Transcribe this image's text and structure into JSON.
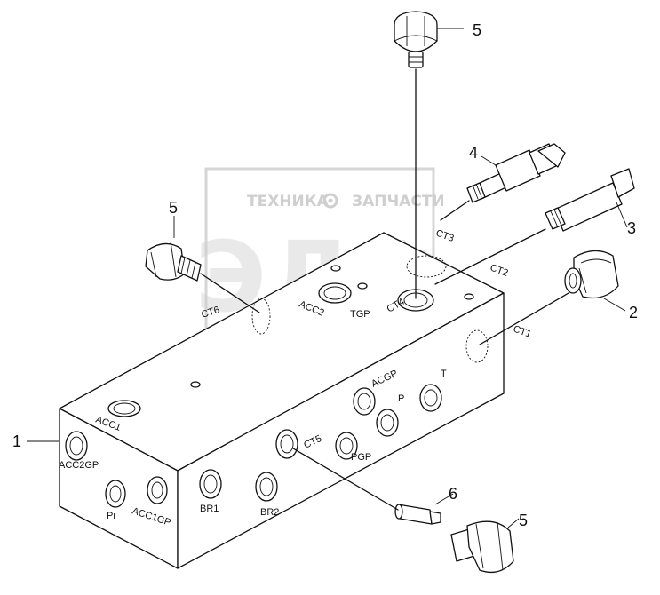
{
  "watermark": {
    "line1_left": "ТЕХНИКА",
    "line1_right": "ЗАПЧАСТИ",
    "brand": "ЭЛФ"
  },
  "callouts": {
    "c1": "1",
    "c2": "2",
    "c3": "3",
    "c4": "4",
    "c5_top": "5",
    "c5_left": "5",
    "c5_bottom": "5",
    "c6": "6"
  },
  "ports": {
    "acc1": "ACC1",
    "acc2gp": "ACC2GP",
    "pi": "Pi",
    "acc1gp": "ACC1GP",
    "br1": "BR1",
    "br2": "BR2",
    "ct5": "CT5",
    "pgp": "PGP",
    "p": "P",
    "t": "T",
    "acgp": "ACGP",
    "acc2": "ACC2",
    "tgp": "TGP",
    "ct4": "CT4",
    "ct6": "CT6",
    "ct3": "CT3",
    "ct2": "CT2",
    "ct1": "CT1"
  },
  "colors": {
    "line": "#111111",
    "watermark": "#cfcfcf"
  }
}
